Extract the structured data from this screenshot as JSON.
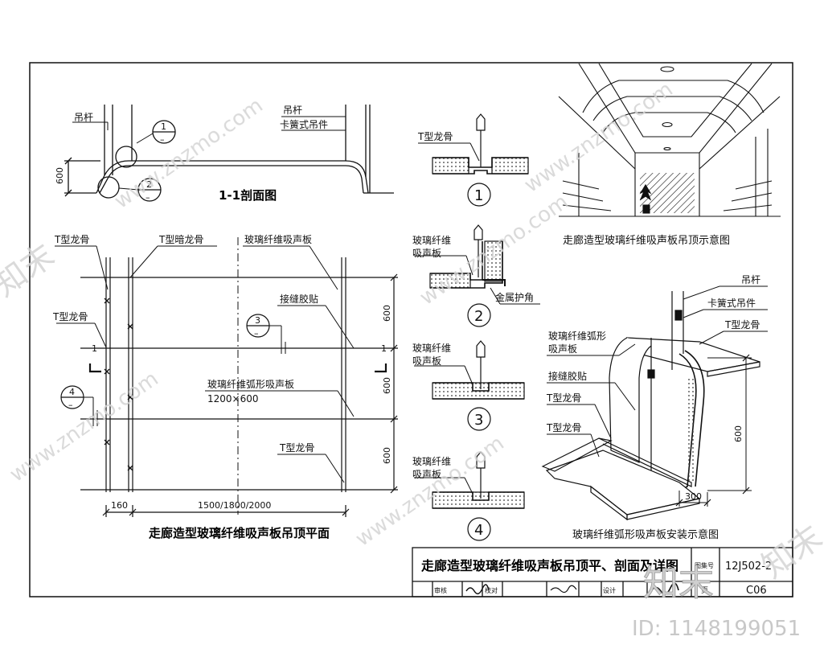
{
  "section": {
    "title": "1-1剖面图",
    "hanger": "吊杆",
    "hanger2": "吊杆",
    "clip": "卡簧式吊件",
    "dim_600": "600",
    "callout_1": "1",
    "callout_2": "2",
    "callout_dash": "–"
  },
  "plan": {
    "title": "走廊造型玻璃纤维吸声板吊顶平面",
    "t_keel_1": "T型龙骨",
    "t_hidden_keel": "T型暗龙骨",
    "panel": "玻璃纤维吸声板",
    "joint_tape": "接缝胶贴",
    "t_keel_2": "T型龙骨",
    "arc_panel": "玻璃纤维弧形吸声板",
    "arc_panel_size": "1200×600",
    "t_keel_3": "T型龙骨",
    "callout_3": "3",
    "callout_4": "4",
    "callout_dash": "–",
    "sec_mark": "1",
    "dim_600_a": "600",
    "dim_600_b": "600",
    "dim_600_c": "600",
    "dim_160": "160",
    "dim_span": "1500/1800/2000"
  },
  "details": {
    "d1_label": "T型龙骨",
    "d1_num": "1",
    "d2_label_1": "玻璃纤维",
    "d2_label_2": "吸声板",
    "d2_corner": "金属护角",
    "d2_num": "2",
    "d3_label_1": "玻璃纤维",
    "d3_label_2": "吸声板",
    "d3_num": "3",
    "d4_label_1": "玻璃纤维",
    "d4_label_2": "吸声板",
    "d4_num": "4"
  },
  "perspective": {
    "caption": "走廊造型玻璃纤维吸声板吊顶示意图"
  },
  "install": {
    "caption": "玻璃纤维弧形吸声板安装示意图",
    "hanger": "吊杆",
    "clip": "卡簧式吊件",
    "t_keel_a": "T型龙骨",
    "arc_panel_1": "玻璃纤维弧形",
    "arc_panel_2": "吸声板",
    "joint_tape": "接缝胶贴",
    "t_keel_b": "T型龙骨",
    "t_keel_c": "T型龙骨",
    "dim_600": "600",
    "dim_300": "300"
  },
  "title_block": {
    "title": "走廊造型玻璃纤维吸声板吊顶平、剖面及详图",
    "atlas_label": "图集号",
    "atlas_no": "12J502-2",
    "page_label": "页",
    "page_no": "C06",
    "review_label": "审核",
    "check_label": "校对",
    "design_label": "设计"
  },
  "watermark": {
    "site": "www.znzmo.com",
    "brand": "知末",
    "id_text": "ID: 1148199051"
  },
  "colors": {
    "line": "#111111",
    "watermark": "#d4d4d4",
    "background": "#ffffff"
  }
}
